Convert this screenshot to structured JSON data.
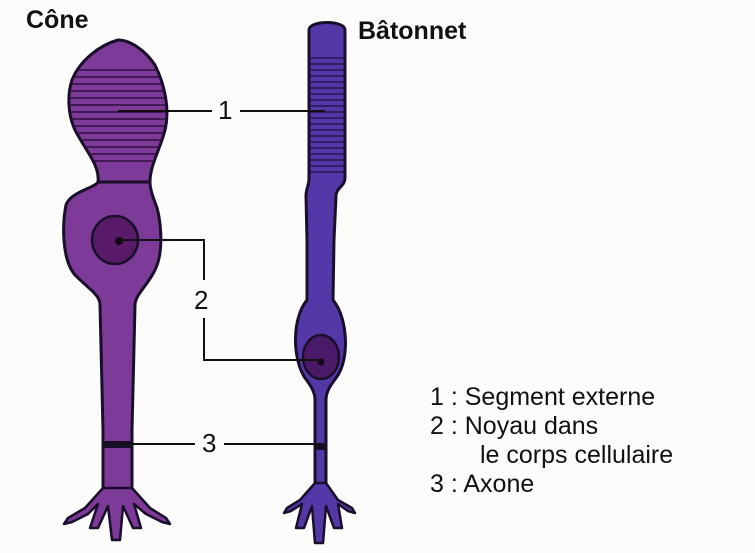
{
  "labels": {
    "cone": "Cône",
    "rod": "Bâtonnet"
  },
  "numbers": [
    "1",
    "2",
    "3"
  ],
  "legend": {
    "item1": "1 : Segment externe",
    "item2_line1": "2 : Noyau dans",
    "item2_line2": "le corps cellulaire",
    "item3": "3 : Axone"
  },
  "colors": {
    "cone_fill": "#7d3a98",
    "rod_fill": "#5538a8",
    "nucleus": "#5a1a6a",
    "outline": "#1a0f2a"
  }
}
